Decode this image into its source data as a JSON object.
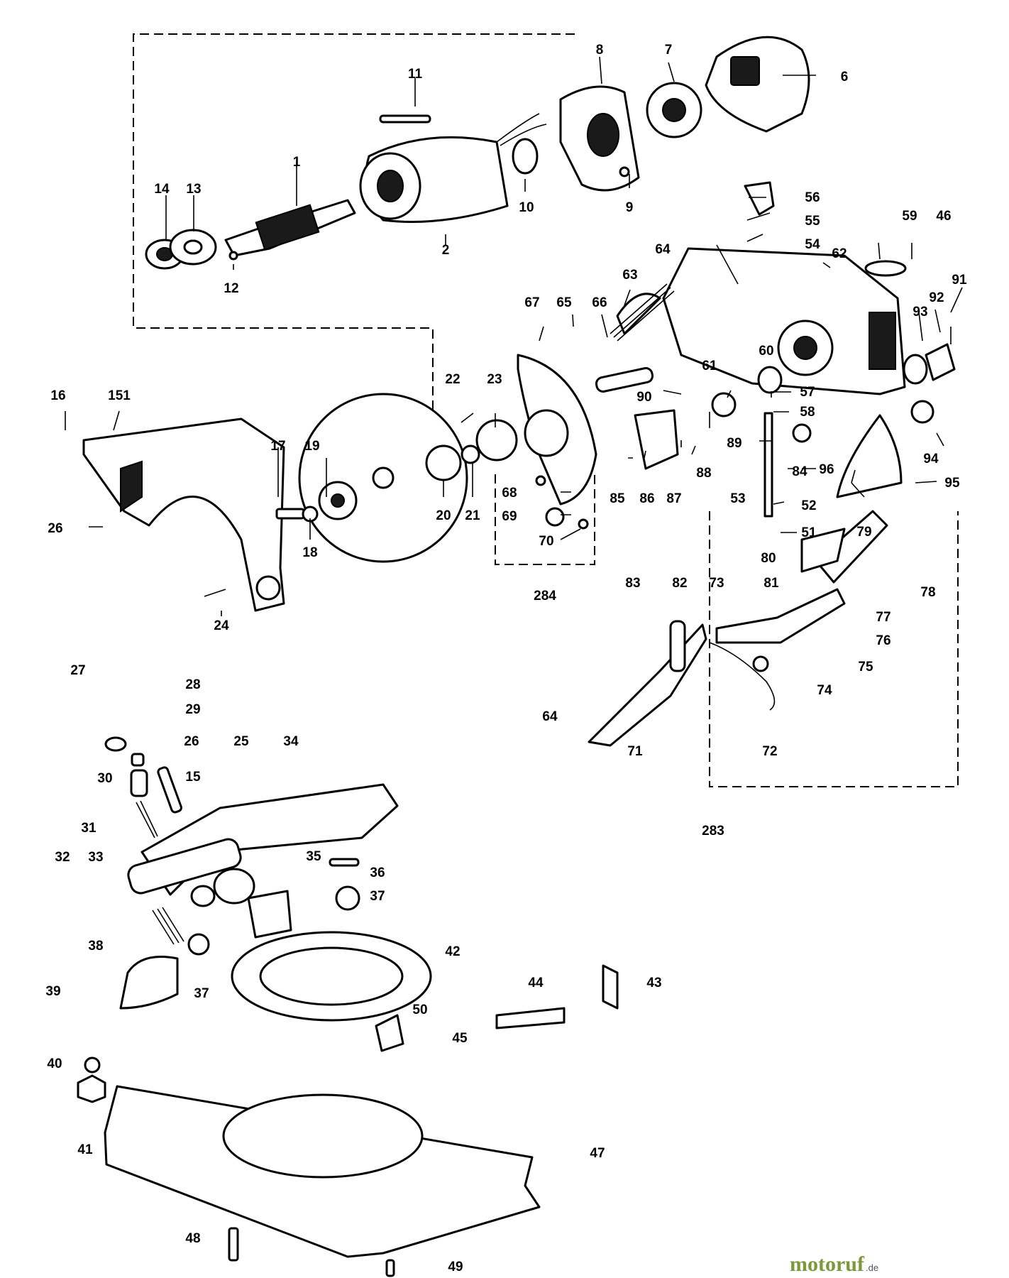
{
  "labels": {
    "1": "1",
    "2": "2",
    "6": "6",
    "7": "7",
    "8": "8",
    "9": "9",
    "10": "10",
    "11": "11",
    "12": "12",
    "13": "13",
    "14": "14",
    "15": "15",
    "16": "16",
    "17": "17",
    "18": "18",
    "19": "19",
    "20": "20",
    "21": "21",
    "22": "22",
    "23": "23",
    "24": "24",
    "25": "25",
    "26a": "26",
    "26b": "26",
    "27": "27",
    "28": "28",
    "29": "29",
    "30": "30",
    "31": "31",
    "32": "32",
    "33": "33",
    "34": "34",
    "35": "35",
    "36": "36",
    "37a": "37",
    "37b": "37",
    "38": "38",
    "39": "39",
    "40": "40",
    "41": "41",
    "42": "42",
    "43": "43",
    "44": "44",
    "45": "45",
    "46": "46",
    "47": "47",
    "48": "48",
    "49": "49",
    "50": "50",
    "51": "51",
    "52": "52",
    "53": "53",
    "54": "54",
    "55": "55",
    "56": "56",
    "57": "57",
    "58": "58",
    "59": "59",
    "60": "60",
    "61": "61",
    "62": "62",
    "63": "63",
    "64a": "64",
    "64b": "64",
    "65": "65",
    "66": "66",
    "67": "67",
    "68": "68",
    "69": "69",
    "70": "70",
    "71": "71",
    "72": "72",
    "73": "73",
    "74": "74",
    "75": "75",
    "76": "76",
    "77": "77",
    "78": "78",
    "79": "79",
    "80": "80",
    "81": "81",
    "82": "82",
    "83": "83",
    "84": "84",
    "85": "85",
    "86": "86",
    "87": "87",
    "88": "88",
    "89": "89",
    "90": "90",
    "91": "91",
    "92": "92",
    "93": "93",
    "94": "94",
    "95": "95",
    "96": "96",
    "151": "151",
    "283": "283",
    "284": "284"
  },
  "watermark": {
    "brand": "motoruf",
    "suffix": ".de"
  }
}
